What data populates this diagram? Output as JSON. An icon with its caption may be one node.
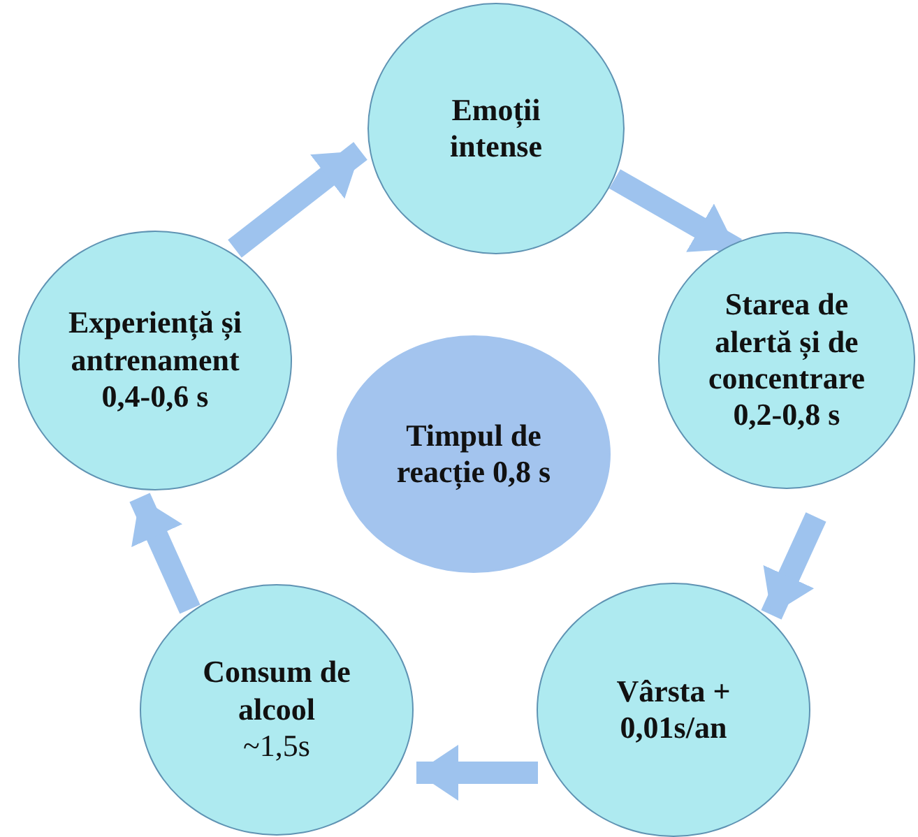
{
  "diagram": {
    "nodes": [
      {
        "text": [
          "Emoții intense"
        ]
      },
      {
        "text": [
          "Starea de alertă și de concentrare 0,2-0,8 s"
        ]
      },
      {
        "text": [
          "Vârsta + 0,01s/an"
        ]
      },
      {
        "text": [
          "Consum de alcool",
          "~1,5s"
        ]
      },
      {
        "text": [
          "Experiență și antrenament 0,4-0,6 s"
        ]
      },
      {
        "text": [
          "Timpul de reacție 0,8 s"
        ]
      }
    ],
    "edges": [
      {
        "from": 4,
        "to": 0,
        "arrow": "to"
      },
      {
        "from": 0,
        "to": 1,
        "arrow": "to"
      },
      {
        "from": 1,
        "to": 2,
        "arrow": "to"
      },
      {
        "from": 2,
        "to": 3,
        "arrow": "to"
      },
      {
        "from": 3,
        "to": 4,
        "arrow": "to"
      }
    ]
  }
}
